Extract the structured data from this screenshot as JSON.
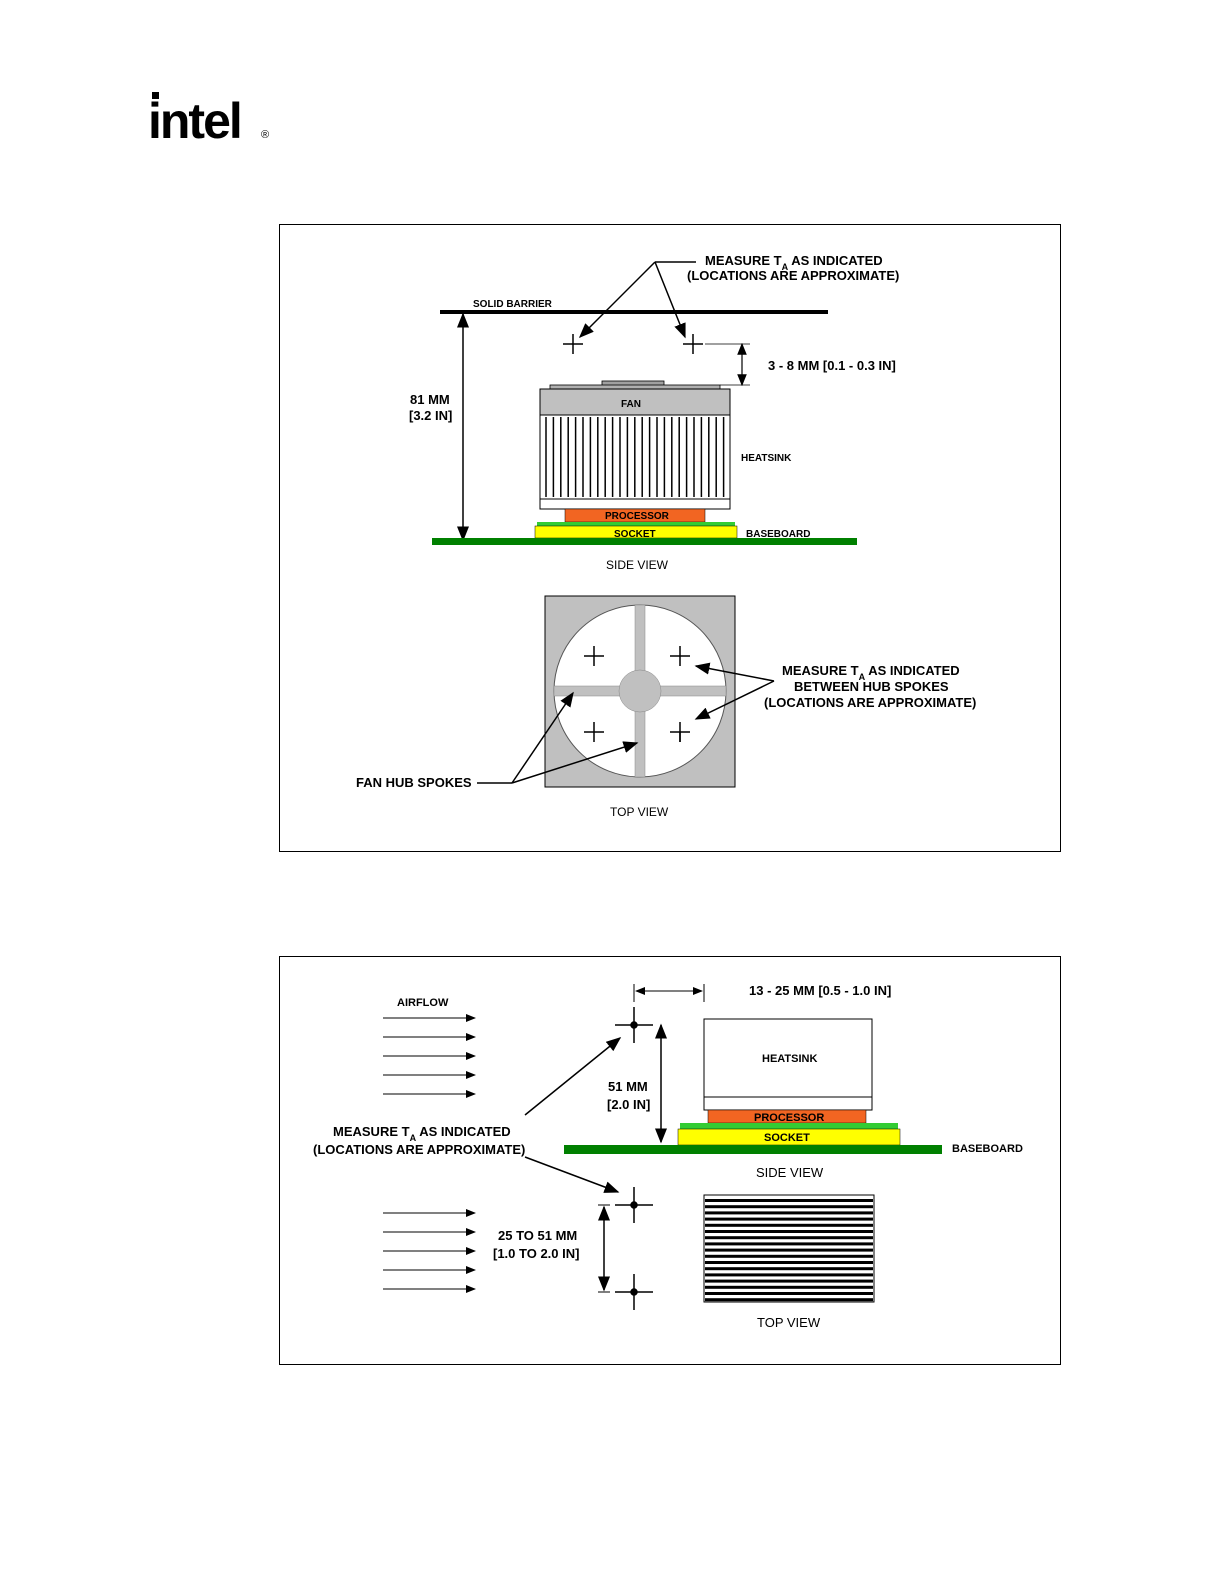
{
  "logo": {
    "text": "intel",
    "trademark": "®"
  },
  "figure1": {
    "measure_label_1": "MEASURE T",
    "measure_sub": "A",
    "measure_label_2": " AS INDICATED",
    "measure_label_3": "(LOCATIONS ARE APPROXIMATE)",
    "solid_barrier": "SOLID BARRIER",
    "gap_dimension": "3 - 8 MM [0.1 - 0.3 IN]",
    "height_mm": "81 MM",
    "height_in": "[3.2 IN]",
    "fan": "FAN",
    "heatsink": "HEATSINK",
    "processor": "PROCESSOR",
    "socket": "SOCKET",
    "baseboard": "BASEBOARD",
    "side_view": "SIDE VIEW",
    "top_measure_1": "MEASURE T",
    "top_measure_sub": "A",
    "top_measure_2": " AS INDICATED",
    "top_measure_3": "BETWEEN HUB SPOKES",
    "top_measure_4": "(LOCATIONS ARE APPROXIMATE)",
    "fan_hub_spokes": "FAN HUB SPOKES",
    "top_view": "TOP VIEW"
  },
  "figure2": {
    "airflow": "AIRFLOW",
    "distance_dimension": "13 - 25 MM [0.5 - 1.0 IN]",
    "heatsink": "HEATSINK",
    "height_mm": "51 MM",
    "height_in": "[2.0 IN]",
    "measure_label_1": "MEASURE T",
    "measure_sub": "A",
    "measure_label_2": " AS INDICATED",
    "measure_label_3": "(LOCATIONS ARE APPROXIMATE)",
    "processor": "PROCESSOR",
    "socket": "SOCKET",
    "baseboard": "BASEBOARD",
    "side_view": "SIDE VIEW",
    "spacing_1": "25 TO 51 MM",
    "spacing_2": "[1.0 TO 2.0 IN]",
    "top_view": "TOP VIEW"
  },
  "colors": {
    "processor": "#f26522",
    "socket": "#ffff00",
    "baseboard": "#008000",
    "socket_top": "#33cc33",
    "gray": "#c0c0c0",
    "dark_gray": "#a0a0a0"
  }
}
